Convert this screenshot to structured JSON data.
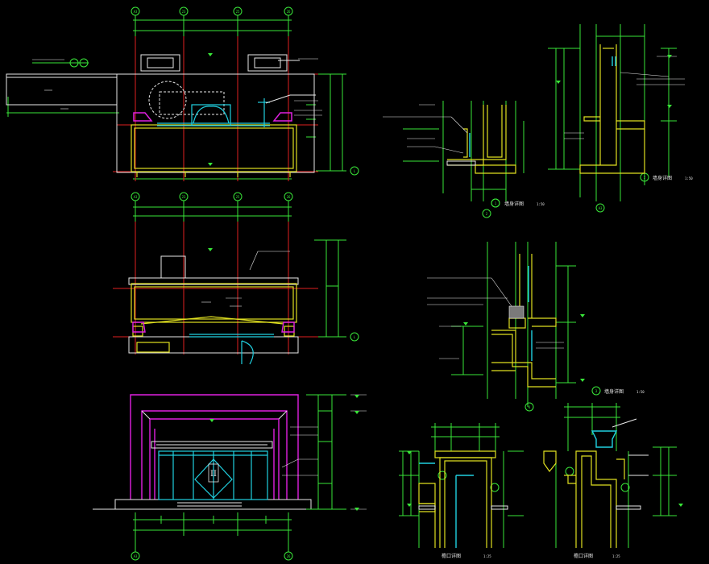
{
  "colors": {
    "background": "#000000",
    "dimension": "#39e639",
    "wall": "#e0e020",
    "axis_line": "#e02020",
    "magenta": "#e020e0",
    "cyan": "#20d0e0",
    "white": "#e8e8e8",
    "leader": "#e8e8e8"
  },
  "axis_markers": {
    "top_plan": [
      "A3",
      "23",
      "25",
      "26"
    ],
    "mid_plan": [
      "A3",
      "23",
      "25",
      "26"
    ],
    "elevation": [
      "A3",
      "26"
    ],
    "side_right": "L",
    "section1_bottom": "2",
    "section2_bottom": "A3",
    "section3_bottom": "K"
  },
  "section_titles": {
    "s1": {
      "num": "1",
      "label": "墙身详图",
      "scale": "1:50"
    },
    "s2": {
      "num": "2",
      "label": "墙身详图",
      "scale": "1:50"
    },
    "s3": {
      "num": "3",
      "label": "墙身详图",
      "scale": "1:50"
    },
    "s4": {
      "label": "檐口详图",
      "scale": "1:25"
    },
    "s5": {
      "label": "檐口详图",
      "scale": "1:25"
    }
  },
  "elevation_door_mark": "II"
}
